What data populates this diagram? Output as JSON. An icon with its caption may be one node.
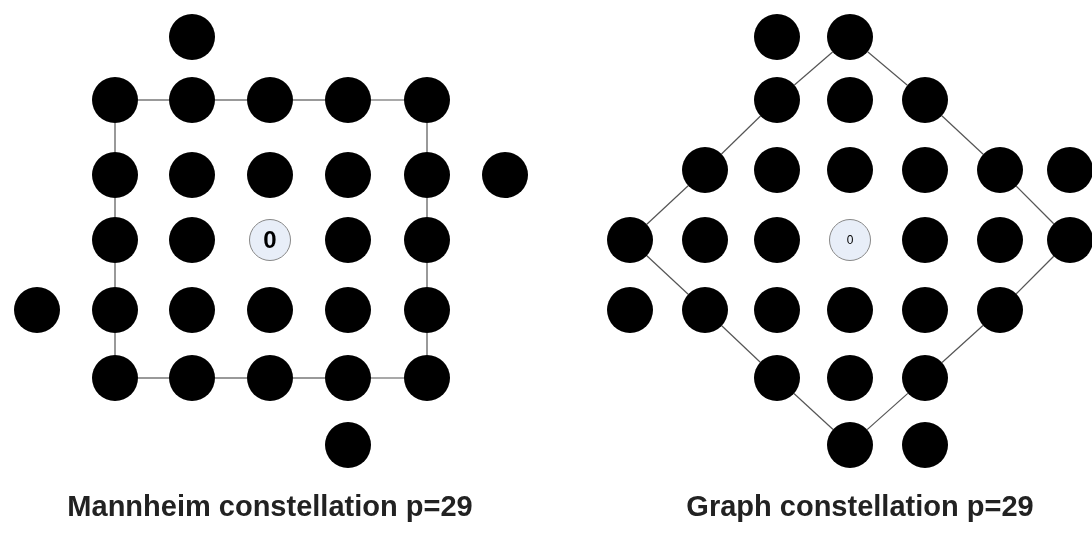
{
  "diagram": {
    "nodes": [
      {
        "text": [],
        "shape": "circle"
      },
      {
        "text": [],
        "shape": "circle"
      },
      {
        "text": [],
        "shape": "circle"
      },
      {
        "text": [],
        "shape": "circle"
      },
      {
        "text": [],
        "shape": "circle"
      },
      {
        "text": [],
        "shape": "circle"
      },
      {
        "text": [],
        "shape": "circle"
      },
      {
        "text": [],
        "shape": "circle"
      },
      {
        "text": [],
        "shape": "circle"
      },
      {
        "text": [],
        "shape": "circle"
      },
      {
        "text": [],
        "shape": "circle"
      },
      {
        "text": [],
        "shape": "circle"
      },
      {
        "text": [],
        "shape": "circle"
      },
      {
        "text": [],
        "shape": "circle"
      },
      {
        "text": [
          "0"
        ]
      },
      {
        "text": [],
        "shape": "circle"
      },
      {
        "text": [],
        "shape": "circle"
      },
      {
        "text": [],
        "shape": "circle"
      },
      {
        "text": [],
        "shape": "circle"
      },
      {
        "text": [],
        "shape": "circle"
      },
      {
        "text": [],
        "shape": "circle"
      },
      {
        "text": [],
        "shape": "circle"
      },
      {
        "text": [],
        "shape": "circle"
      },
      {
        "text": [],
        "shape": "circle"
      },
      {
        "text": [],
        "shape": "circle"
      },
      {
        "text": [],
        "shape": "circle"
      },
      {
        "text": [],
        "shape": "circle"
      },
      {
        "text": [],
        "shape": "circle"
      },
      {
        "text": [],
        "shape": "circle"
      },
      {
        "text": [],
        "shape": "circle"
      },
      {
        "text": [],
        "shape": "circle"
      },
      {
        "text": [],
        "shape": "circle"
      },
      {
        "text": [],
        "shape": "circle"
      },
      {
        "text": [],
        "shape": "circle"
      },
      {
        "text": [],
        "shape": "circle"
      },
      {
        "text": [],
        "shape": "circle"
      },
      {
        "text": [],
        "shape": "circle"
      },
      {
        "text": [],
        "shape": "circle"
      },
      {
        "text": [],
        "shape": "circle"
      },
      {
        "text": [],
        "shape": "circle"
      },
      {
        "text": [],
        "shape": "circle"
      },
      {
        "text": [],
        "shape": "circle"
      },
      {
        "text": [],
        "shape": "circle"
      },
      {
        "text": [
          "0"
        ]
      },
      {
        "text": [],
        "shape": "circle"
      },
      {
        "text": [],
        "shape": "circle"
      },
      {
        "text": [],
        "shape": "circle"
      },
      {
        "text": [],
        "shape": "circle"
      },
      {
        "text": [],
        "shape": "circle"
      },
      {
        "text": [],
        "shape": "circle"
      },
      {
        "text": [],
        "shape": "circle"
      },
      {
        "text": [],
        "shape": "circle"
      },
      {
        "text": [],
        "shape": "circle"
      },
      {
        "text": [],
        "shape": "circle"
      },
      {
        "text": [],
        "shape": "circle"
      },
      {
        "text": [],
        "shape": "circle"
      },
      {
        "text": [],
        "shape": "circle"
      },
      {
        "text": [],
        "shape": "circle"
      }
    ],
    "edges": [
      {
        "from": 1,
        "to": 2,
        "arrow": "none"
      },
      {
        "from": 2,
        "to": 3,
        "arrow": "none"
      },
      {
        "from": 3,
        "to": 4,
        "arrow": "none"
      },
      {
        "from": 4,
        "to": 5,
        "arrow": "none"
      },
      {
        "from": 5,
        "to": 10,
        "arrow": "none"
      },
      {
        "from": 10,
        "to": 16,
        "arrow": "none"
      },
      {
        "from": 16,
        "to": 22,
        "arrow": "none"
      },
      {
        "from": 22,
        "to": 27,
        "arrow": "none"
      },
      {
        "from": 27,
        "to": 26,
        "arrow": "none"
      },
      {
        "from": 26,
        "to": 25,
        "arrow": "none"
      },
      {
        "from": 25,
        "to": 24,
        "arrow": "none"
      },
      {
        "from": 24,
        "to": 23,
        "arrow": "none"
      },
      {
        "from": 23,
        "to": 18,
        "arrow": "none"
      },
      {
        "from": 18,
        "to": 12,
        "arrow": "none"
      },
      {
        "from": 12,
        "to": 6,
        "arrow": "none"
      },
      {
        "from": 6,
        "to": 1,
        "arrow": "none"
      },
      {
        "from": 30,
        "to": 31,
        "arrow": "none"
      },
      {
        "from": 31,
        "to": 34,
        "arrow": "none"
      },
      {
        "from": 34,
        "to": 40,
        "arrow": "none"
      },
      {
        "from": 40,
        "to": 48,
        "arrow": "none"
      },
      {
        "from": 48,
        "to": 53,
        "arrow": "none"
      },
      {
        "from": 53,
        "to": 56,
        "arrow": "none"
      },
      {
        "from": 56,
        "to": 55,
        "arrow": "none"
      },
      {
        "from": 55,
        "to": 52,
        "arrow": "none"
      },
      {
        "from": 52,
        "to": 46,
        "arrow": "none"
      },
      {
        "from": 46,
        "to": 38,
        "arrow": "none"
      },
      {
        "from": 38,
        "to": 33,
        "arrow": "none"
      },
      {
        "from": 33,
        "to": 30,
        "arrow": "none"
      }
    ],
    "labels": [
      "Mannheim constellation p=29",
      "Graph constellation p=29"
    ]
  }
}
